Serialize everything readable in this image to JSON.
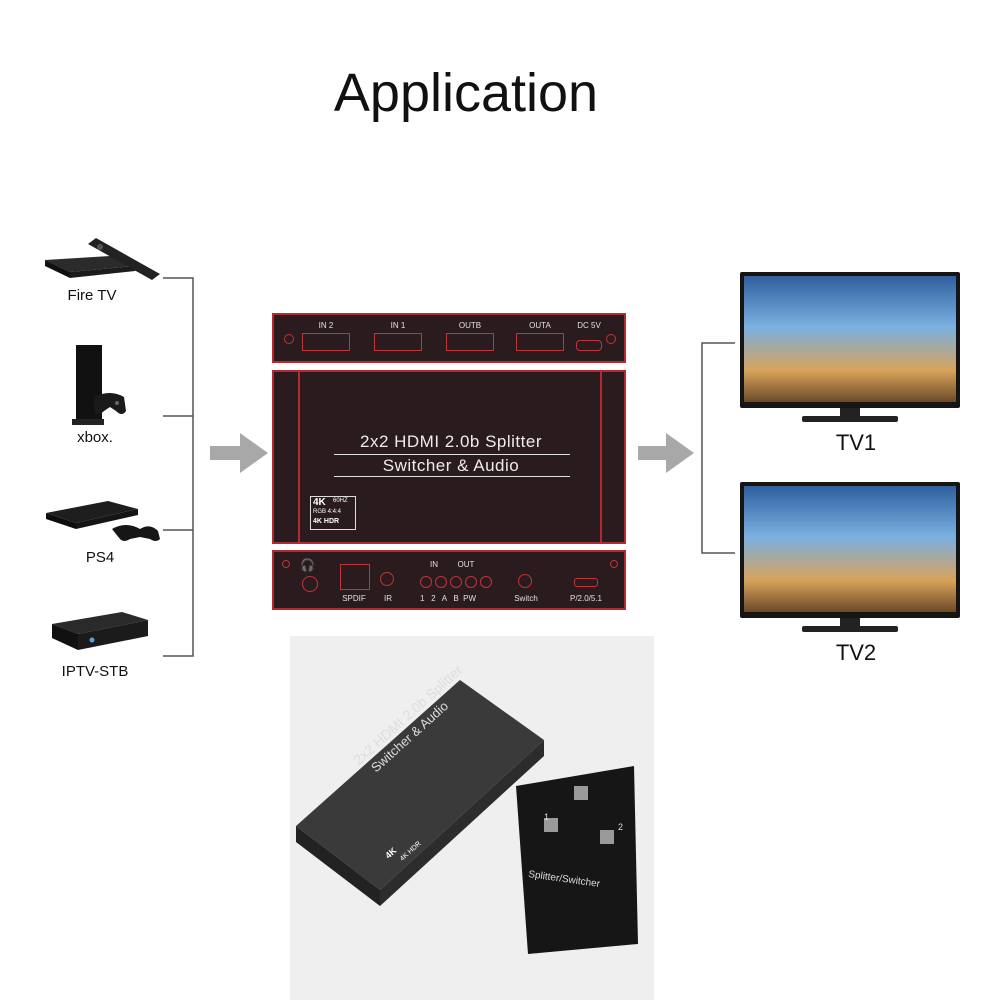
{
  "title": "Application",
  "sources": [
    {
      "label": "Fire TV",
      "icon": "fire-tv-icon"
    },
    {
      "label": "xbox.",
      "icon": "xbox-icon"
    },
    {
      "label": "PS4",
      "icon": "ps4-icon"
    },
    {
      "label": "IPTV-STB",
      "icon": "iptv-stb-icon"
    }
  ],
  "outputs": [
    {
      "label": "TV1",
      "icon": "tv-icon"
    },
    {
      "label": "TV2",
      "icon": "tv-icon"
    }
  ],
  "device": {
    "top_ports": [
      "IN 2",
      "IN 1",
      "OUTB",
      "OUTA",
      "DC 5V"
    ],
    "front_title": "2x2 HDMI 2.0b Splitter",
    "front_subtitle": "Switcher & Audio",
    "badge_4k": "4K",
    "badge_hz": "60HZ",
    "badge_rgb": "RGB 4:4:4",
    "badge_hdr": "4K  HDR",
    "bottom": {
      "spdif": "SPDIF",
      "ir": "IR",
      "in_tag": "IN",
      "out_tag": "OUT",
      "leds": "1   2   A   B  PW",
      "switch": "Switch",
      "toggle": "P/2.0/5.1"
    }
  },
  "photo": {
    "device_title": "2x2 HDMI 2.0b Splitter",
    "device_subtitle": "Switcher & Audio",
    "badge": "4K",
    "badge_hdr": "4K HDR",
    "remote_btn1": "1",
    "remote_btn2": "2",
    "remote_label": "Splitter/Switcher"
  },
  "colors": {
    "accent_red": "#b42a31",
    "panel_dark": "#2a1c1e",
    "arrow_gray": "#a8a8a8"
  }
}
